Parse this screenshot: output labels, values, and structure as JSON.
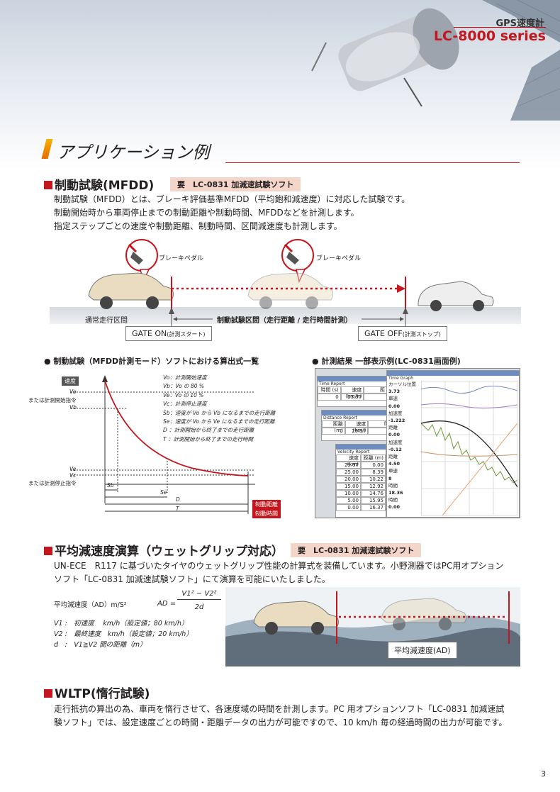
{
  "header": {
    "kicker": "GPS速度計",
    "series": "LC-8000 series"
  },
  "section_title": "アプリケーション例",
  "mfdd": {
    "title": "制動試験(MFDD)",
    "req": "要　LC-0831 加減速試験ソフト",
    "lines": [
      "制動試験（MFDD）とは、ブレーキ評価基準MFDD（平均飽和減速度）に対応した試験です。",
      "制動開始時から車両停止までの制動距離や制動時間、MFDDなどを計測します。",
      "指定ステップごとの速度や制動距離、制動時間、区間減速度も計測します。"
    ],
    "pedal1": "ブレーキペダル",
    "pedal2": "ブレーキペダル",
    "normal": "通常走行区間",
    "interval": "制動試験区間（走行距離 / 走行時間計測）",
    "gate_on": "GATE ON",
    "gate_on_sub": "(計測スタート)",
    "gate_off": "GATE OFF",
    "gate_off_sub": "(計測ストップ)"
  },
  "formula_fig": {
    "title": "● 制動試験（MFDD計測モード）ソフトにおける算出式一覧",
    "speed": "速度",
    "vo": "Vo",
    "vo_desc": "または計測開始指令",
    "vb": "Vb",
    "ve": "Ve",
    "vc": "Vc",
    "ve_desc": "または計測停止指令",
    "sb": "Sb",
    "se": "Se",
    "d": "D",
    "t": "T",
    "brake_dist": "制動距離",
    "brake_time": "制動時間",
    "legend": [
      "Vo：計測開始速度",
      "Vb：Vo の 80 %",
      "Ve：Vo の 10 %",
      "Vc：計測停止速度",
      "Sb：速度が Vo から Vb になるまでの走行距離",
      "Se：速度が Vo から Ve になるまでの走行距離",
      "D ：計測開始から終了までの走行距離",
      "T ：計測開始から終了までの走行時間"
    ]
  },
  "results_fig": {
    "title": "● 計測結果 一部表示例(LC-0831画面例)",
    "w1_title": "Time Report",
    "w1_head": [
      "時間 (s)",
      "速度 (km/h)",
      "距"
    ],
    "w1_row": [
      "0",
      "23.97",
      ""
    ],
    "w2_title": "Distance Report",
    "w2_head": [
      "距離 (m)",
      "速度 (km/)",
      "時"
    ],
    "w2_row": [
      "0",
      "29.97",
      ""
    ],
    "w3_title": "Velocity Report",
    "w3_head": [
      "速度 (km)",
      "距離 (m)"
    ],
    "w3_rows": [
      [
        "29.97",
        "0.00"
      ],
      [
        "25.00",
        "8.39"
      ],
      [
        "20.00",
        "10.22"
      ],
      [
        "15.00",
        "12.92"
      ],
      [
        "10.00",
        "14.76"
      ],
      [
        "5.00",
        "15.95"
      ],
      [
        "0.00",
        "16.37"
      ]
    ],
    "graph_title": "Time Graph",
    "panel": [
      [
        "カーソル位置",
        "3.73"
      ],
      [
        "車速",
        "0.00"
      ],
      [
        "加速度",
        "-1.222"
      ],
      [
        "距離",
        "0.00"
      ],
      [
        "加速度",
        "-0.12"
      ],
      [
        "距離",
        "4.50"
      ],
      [
        "車速",
        "8"
      ],
      [
        "時間",
        "18.36"
      ],
      [
        "時間",
        "0.00"
      ]
    ]
  },
  "adm": {
    "title": "平均減速度演算（ウェットグリップ対応）",
    "req": "要　LC-0831 加減速試験ソフト",
    "lines": [
      "UN-ECE　R117 に基づいたタイヤのウェットグリップ性能の計算式を装備しています。小野測器ではPC用オプション",
      "ソフト「LC-0831 加減速試験ソフト」にて演算を可能にいたしました。"
    ],
    "label": "平均減速度（AD）m/S²",
    "ad": "AD =",
    "num": "V1² − V2²",
    "den": "2d",
    "defs": [
      "V1 :　初速度　 km/h（設定値；80 km/h）",
      "V2 :　最終速度　km/h（設定値；20 km/h）",
      "d　:　V1≧V2 間の距離（m）"
    ],
    "box": "平均減速度(AD)"
  },
  "wltp": {
    "title": "WLTP(惰行試験)",
    "lines": [
      "走行抵抗の算出の為、車両を惰行させて、各速度域の時間を計測します。PC 用オプションソフト「LC-0831 加減速試",
      "験ソフト」では、設定速度ごとの時間・距離データの出力が可能ですので、10 km/h 毎の経過時間の出力が可能です。"
    ]
  },
  "page_number": "3"
}
